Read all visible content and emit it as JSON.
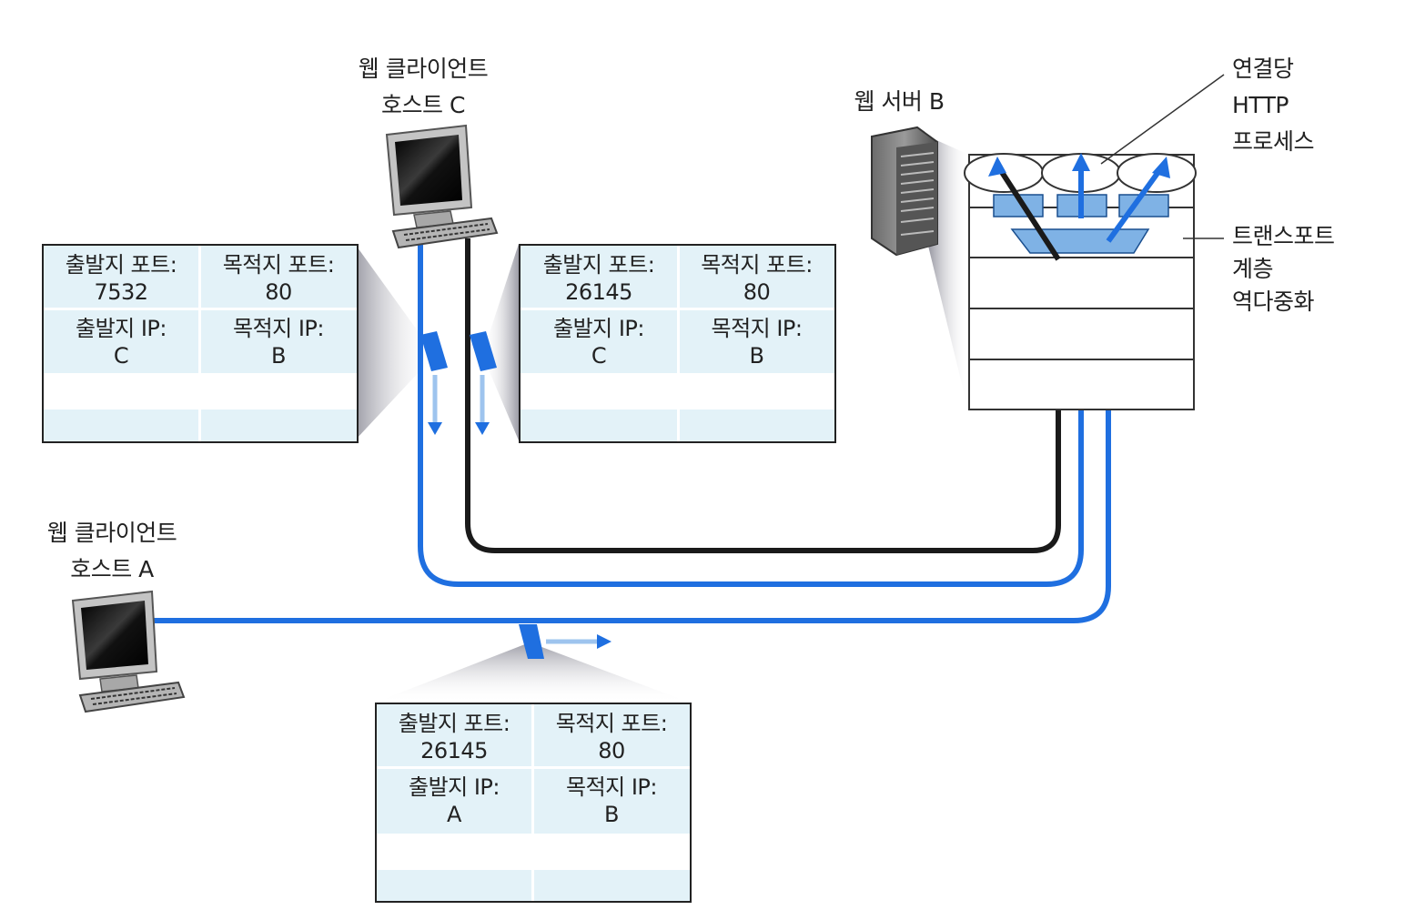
{
  "labels": {
    "host_c": [
      "웹 클라이언트",
      "호스트 C"
    ],
    "host_a": [
      "웹 클라이언트",
      "호스트 A"
    ],
    "server_b": "웹 서버 B",
    "http_process": [
      "연결당",
      "HTTP",
      "프로세스"
    ],
    "transport": [
      "트랜스포트",
      "계층",
      "역다중화"
    ]
  },
  "segments": {
    "left": {
      "src_port_label": "출발지 포트:",
      "src_port": "7532",
      "dst_port_label": "목적지 포트:",
      "dst_port": "80",
      "src_ip_label": "출발지 IP:",
      "src_ip": "C",
      "dst_ip_label": "목적지 IP:",
      "dst_ip": "B"
    },
    "right": {
      "src_port_label": "출발지 포트:",
      "src_port": "26145",
      "dst_port_label": "목적지 포트:",
      "dst_port": "80",
      "src_ip_label": "출발지 IP:",
      "src_ip": "C",
      "dst_ip_label": "목적지 IP:",
      "dst_ip": "B"
    },
    "bottom": {
      "src_port_label": "출발지 포트:",
      "src_port": "26145",
      "dst_port_label": "목적지 포트:",
      "dst_port": "80",
      "src_ip_label": "출발지 IP:",
      "src_ip": "A",
      "dst_ip_label": "목적지 IP:",
      "dst_ip": "B"
    }
  },
  "colors": {
    "blue_line": "#1f6fe0",
    "black_line": "#1a1a1a",
    "box_fill": "#e3f2f8",
    "socket_fill": "#7fb2e5"
  }
}
